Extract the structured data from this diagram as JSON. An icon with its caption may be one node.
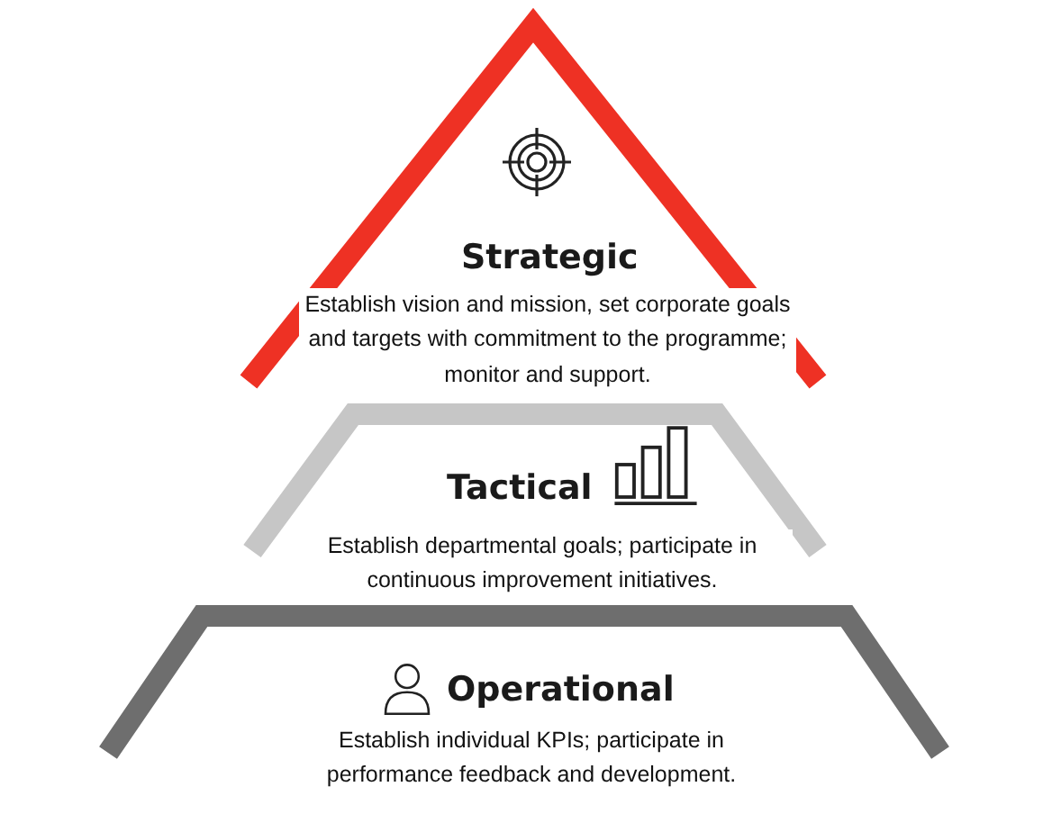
{
  "diagram": {
    "nodes": [
      {
        "text": [
          "Strategic",
          "Establish vision and mission, set corporate goals and targets with commitment to the programme; monitor and support."
        ]
      },
      {
        "text": [
          "Tactical",
          "Establish departmental goals;  participate in continuous improvement initiatives."
        ]
      },
      {
        "text": [
          "Operational",
          "Establish individual KPIs; participate in performance feedback and development."
        ]
      }
    ]
  }
}
